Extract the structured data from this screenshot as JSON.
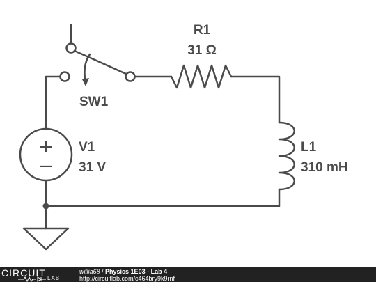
{
  "circuit": {
    "switch": {
      "name": "SW1"
    },
    "resistor": {
      "name": "R1",
      "value": "31 Ω"
    },
    "inductor": {
      "name": "L1",
      "value": "310 mH"
    },
    "source": {
      "name": "V1",
      "value": "31 V",
      "plus": "+",
      "minus": "−"
    }
  },
  "footer": {
    "brand": "CIRCUIT",
    "brand_sub": "LAB",
    "user": "willia68",
    "separator": " / ",
    "title": "Physics 1E03 - Lab 4",
    "url": "http://circuitlab.com/c464bry9k9rnf"
  },
  "colors": {
    "wire": "#4a4a4a",
    "footer_bg": "#222222",
    "footer_text": "#ffffff"
  }
}
